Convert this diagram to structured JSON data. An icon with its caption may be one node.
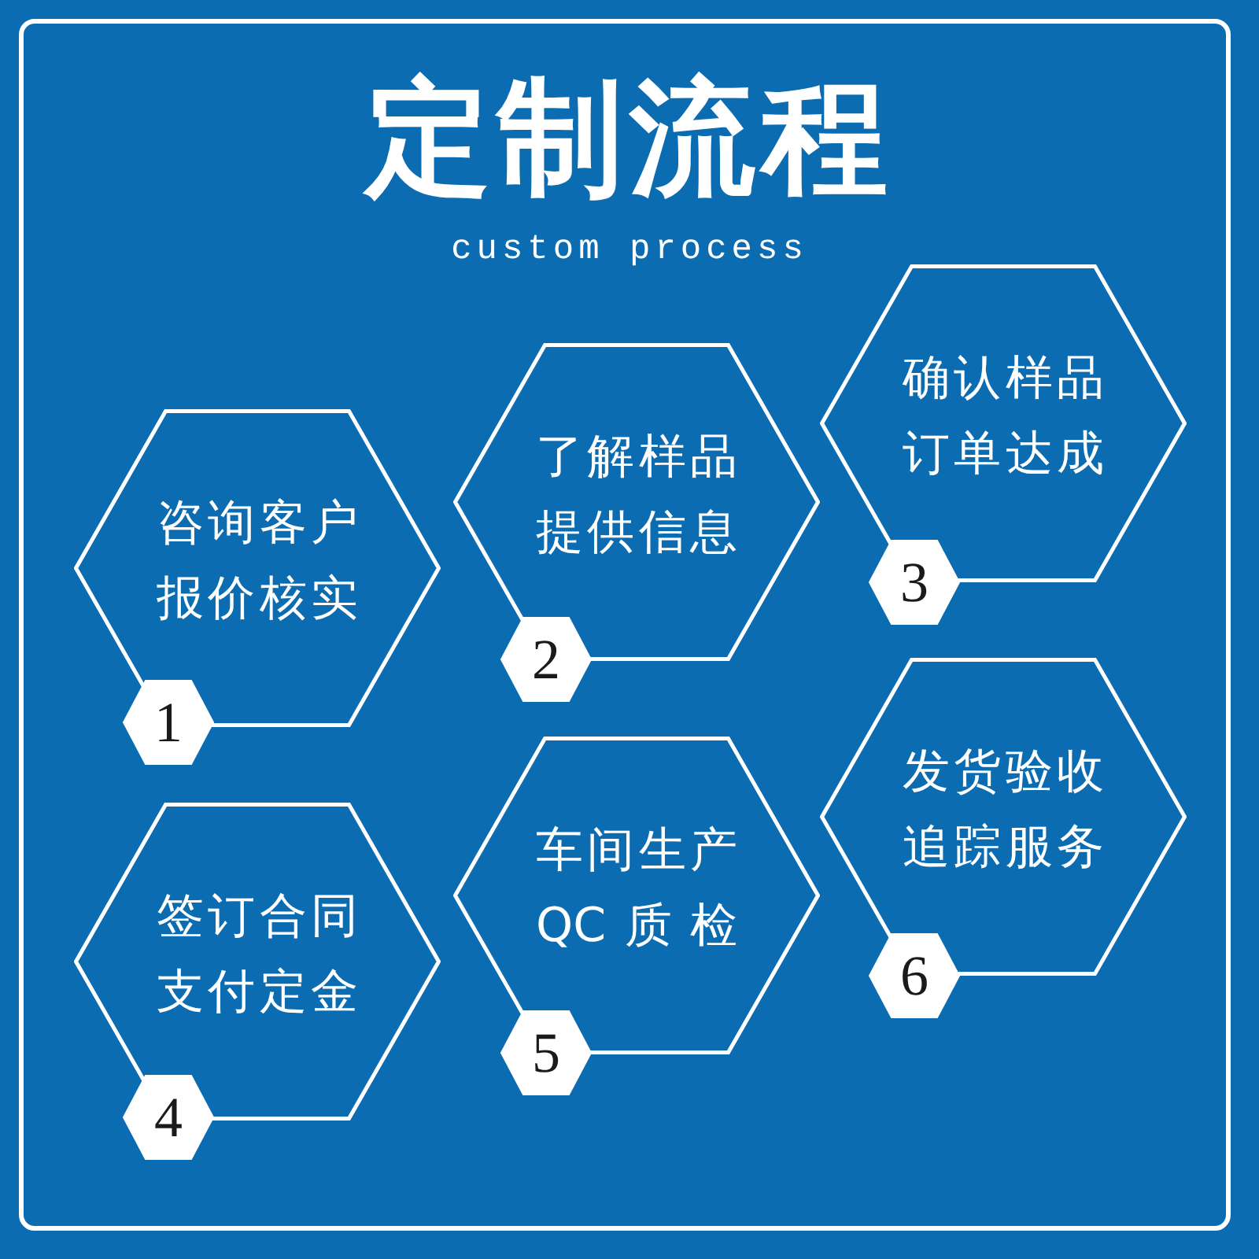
{
  "diagram": {
    "title": "定制流程",
    "nodes": [
      {
        "text": [
          "咨询客户报价核实"
        ]
      },
      {
        "text": [
          "1"
        ]
      },
      {
        "text": [
          "了解样品提供信息"
        ]
      },
      {
        "text": [
          "2"
        ]
      },
      {
        "text": [
          "确认样品订单达成"
        ]
      },
      {
        "text": [
          "3"
        ]
      },
      {
        "text": [
          "签订合同支付定金"
        ]
      },
      {
        "text": [
          "4"
        ]
      },
      {
        "text": [
          "车间生产QC质检"
        ]
      },
      {
        "text": [
          "5"
        ]
      },
      {
        "text": [
          "发货验收追踪服务"
        ]
      },
      {
        "text": [
          "6"
        ]
      }
    ],
    "labels": [
      "custom process"
    ]
  }
}
